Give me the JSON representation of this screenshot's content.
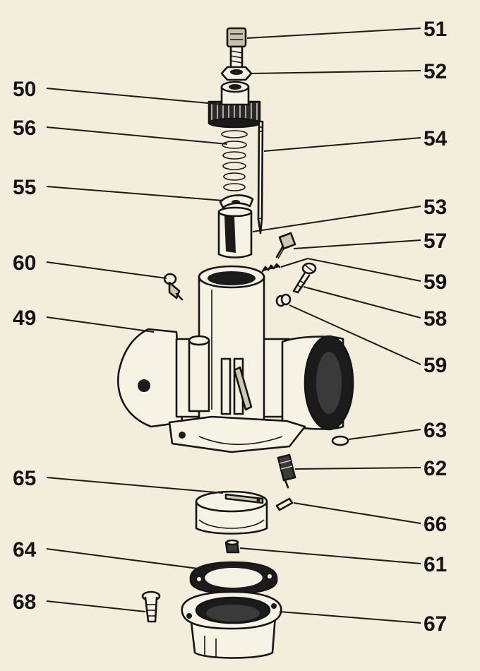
{
  "diagram": {
    "callouts": [
      {
        "id": "c51",
        "label": "51"
      },
      {
        "id": "c52",
        "label": "52"
      },
      {
        "id": "c50",
        "label": "50"
      },
      {
        "id": "c56",
        "label": "56"
      },
      {
        "id": "c54",
        "label": "54"
      },
      {
        "id": "c55",
        "label": "55"
      },
      {
        "id": "c53",
        "label": "53"
      },
      {
        "id": "c57",
        "label": "57"
      },
      {
        "id": "c60",
        "label": "60"
      },
      {
        "id": "c59a",
        "label": "59"
      },
      {
        "id": "c58",
        "label": "58"
      },
      {
        "id": "c49",
        "label": "49"
      },
      {
        "id": "c59b",
        "label": "59"
      },
      {
        "id": "c63",
        "label": "63"
      },
      {
        "id": "c62",
        "label": "62"
      },
      {
        "id": "c65",
        "label": "65"
      },
      {
        "id": "c66",
        "label": "66"
      },
      {
        "id": "c64",
        "label": "64"
      },
      {
        "id": "c61",
        "label": "61"
      },
      {
        "id": "c68",
        "label": "68"
      },
      {
        "id": "c67",
        "label": "67"
      }
    ],
    "colors": {
      "ink": "#151515",
      "paper": "#f3eedb"
    }
  }
}
